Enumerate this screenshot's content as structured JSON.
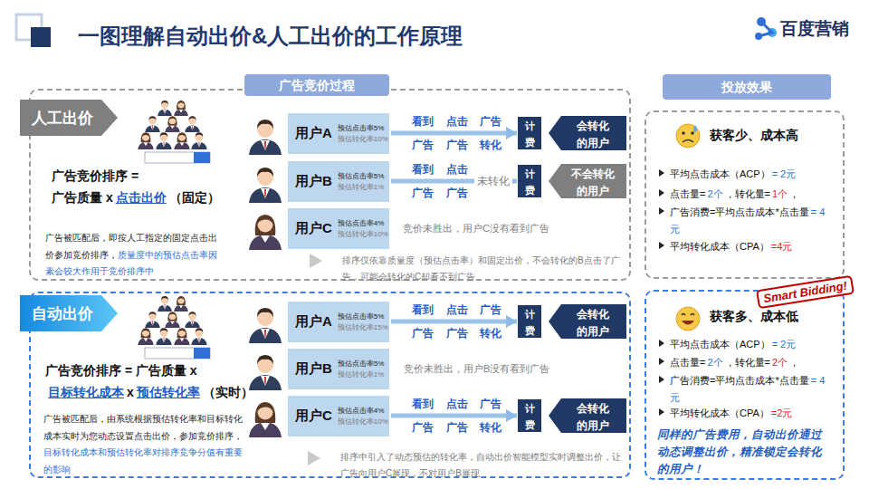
{
  "diagram": {
    "title": "一图理解自动出价&人工出价的工作原理",
    "nodes": [
      {
        "text": [
          "广告竞价过程"
        ]
      },
      {
        "text": [
          "投放效果"
        ]
      },
      {
        "text": [
          "广告竞价排序 =",
          "广告质量 x",
          "点击出价",
          "（固定）",
          "广告被匹配后，即按人工指定的固定点击出价参加竞价排序，",
          "质量度中的预估点击率因素会较大作用于竞价排序中",
          "排序仅依靠质量度（预估点击率）和固定出价，不会转化的B点击了广告，可能会转化的C却看不到广告"
        ]
      },
      {
        "text": [
          "人工出价"
        ],
        "in": 2
      },
      {
        "text": [
          "用户A",
          "预估点击率5%",
          "预估转化率10%"
        ],
        "in": 2
      },
      {
        "text": [
          "计费"
        ],
        "in": 2
      },
      {
        "text": [
          "会转化的用户"
        ],
        "in": 2
      },
      {
        "text": [
          "用户B",
          "预估点击率5%",
          "预估转化率1%"
        ],
        "in": 2
      },
      {
        "text": [
          "计费"
        ],
        "in": 2
      },
      {
        "text": [
          "不会转化的用户"
        ],
        "in": 2
      },
      {
        "text": [
          "用户C",
          "预估点击率4%",
          "预估转化率10%"
        ],
        "in": 2
      },
      {
        "text": [
          "获客少、成本高",
          "平均点击成本（ACP）",
          "= 2元",
          "点击量=",
          "2个",
          "，转化量=",
          "1个",
          "，",
          "广告消费=平均点击成本*点击量",
          "= 4元",
          "平均转化成本（CPA）",
          "=4元"
        ]
      },
      {
        "text": [
          "广告竞价排序 = 广告质量 x",
          "目标转化成本",
          "x",
          "预估转化率",
          "（实时）",
          "广告被匹配后，由系统根据预估转化率和目标转化成本实时为您动态设置点击出价，参加竞价排序，",
          "目标转化成本和预估转化率对排序竞争分值有重要的影响",
          "排序中引入了动态预估的转化率，自动出价智能模型实时调整出价，让广告向用户C展现，不对用户B展现"
        ]
      },
      {
        "text": [
          "自动出价"
        ],
        "in": 12
      },
      {
        "text": [
          "用户A",
          "预估点击率5%",
          "预估转化率15%"
        ],
        "in": 12
      },
      {
        "text": [
          "计费"
        ],
        "in": 12
      },
      {
        "text": [
          "会转化的用户"
        ],
        "in": 12
      },
      {
        "text": [
          "用户B",
          "预估点击率5%",
          "预估转化率1%"
        ],
        "in": 12
      },
      {
        "text": [
          "用户C",
          "预估点击率4%",
          "预估转化率10%"
        ],
        "in": 12
      },
      {
        "text": [
          "计费"
        ],
        "in": 12
      },
      {
        "text": [
          "会转化的用户"
        ],
        "in": 12
      },
      {
        "text": [
          "获客多、成本低",
          "平均点击成本（ACP）",
          "= 2元",
          "点击量=",
          "2个",
          "，转化量=",
          "2个",
          "，",
          "广告消费=平均点击成本*点击量",
          "= 4元",
          "平均转化成本（CPA）",
          "=2元",
          "同样的广告费用，自动出价通过动态调整出价，精准锁定会转化的用户！"
        ]
      }
    ],
    "edges": [
      {
        "from": 4,
        "to": 5,
        "arrow": "to"
      },
      {
        "from": 7,
        "to": 8,
        "arrow": "to"
      },
      {
        "from": 14,
        "to": 15,
        "arrow": "to"
      },
      {
        "from": 18,
        "to": 19,
        "arrow": "to"
      }
    ],
    "labels": [
      "百度营销",
      "看到",
      "点击",
      "广告",
      "广告",
      "广告",
      "转化",
      "看到",
      "点击",
      "广告",
      "广告",
      "未转化",
      "竞价未胜出，用户C没有看到广告",
      "看到",
      "点击",
      "广告",
      "广告",
      "广告",
      "转化",
      "竞价未胜出，用户B没有看到广告",
      "看到",
      "点击",
      "广告",
      "广告",
      "广告",
      "转化",
      "Smart Bidding!"
    ]
  }
}
